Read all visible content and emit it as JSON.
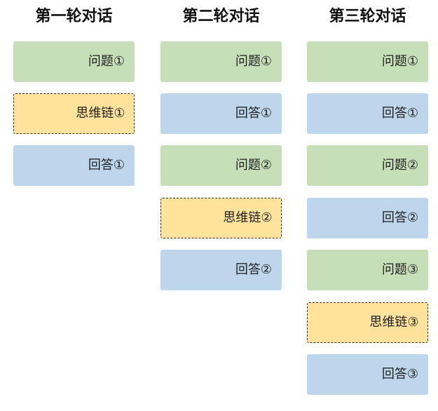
{
  "columns": [
    {
      "title": "第一轮对话",
      "blocks": [
        {
          "label": "问题①",
          "type": "question"
        },
        {
          "label": "思维链①",
          "type": "thought"
        },
        {
          "label": "回答①",
          "type": "answer"
        }
      ]
    },
    {
      "title": "第二轮对话",
      "blocks": [
        {
          "label": "问题①",
          "type": "question"
        },
        {
          "label": "回答①",
          "type": "answer"
        },
        {
          "label": "问题②",
          "type": "question"
        },
        {
          "label": "思维链②",
          "type": "thought"
        },
        {
          "label": "回答②",
          "type": "answer"
        }
      ]
    },
    {
      "title": "第三轮对话",
      "blocks": [
        {
          "label": "问题①",
          "type": "question"
        },
        {
          "label": "回答①",
          "type": "answer"
        },
        {
          "label": "问题②",
          "type": "question"
        },
        {
          "label": "回答②",
          "type": "answer"
        },
        {
          "label": "问题③",
          "type": "question"
        },
        {
          "label": "思维链③",
          "type": "thought"
        },
        {
          "label": "回答③",
          "type": "answer"
        }
      ]
    }
  ],
  "colors": {
    "question": "#c7dfb8",
    "answer": "#bdd6eb",
    "thought": "#ffe39c",
    "thought_border": "#333333"
  }
}
